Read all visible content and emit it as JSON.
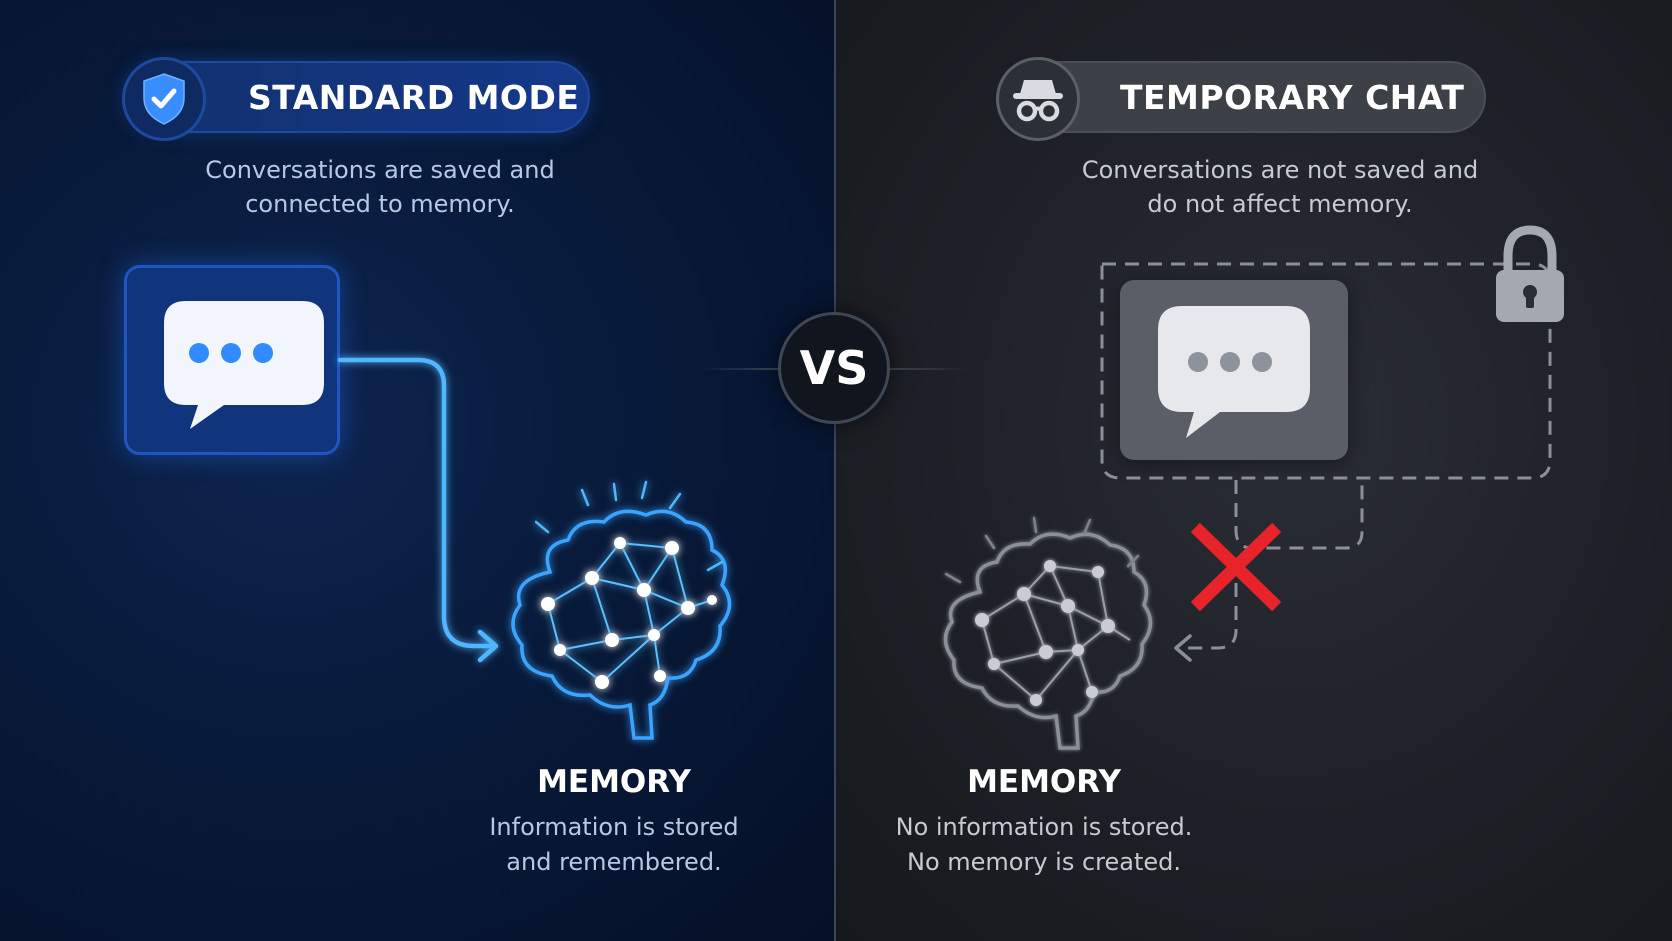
{
  "colors": {
    "left_accent": "#2f8bff",
    "left_glow": "#4fb6ff",
    "right_neutral": "#8a8f98",
    "cross_red": "#e8232a"
  },
  "left": {
    "mode_title": "STANDARD MODE",
    "mode_icon": "shield-check-icon",
    "description_lines": [
      "Conversations are saved and",
      "connected to memory."
    ],
    "chat_icon": "chat-bubble-icon",
    "memory_title": "MEMORY",
    "memory_lines": [
      "Information is stored",
      "and remembered."
    ]
  },
  "center": {
    "vs_label": "VS"
  },
  "right": {
    "mode_title": "TEMPORARY CHAT",
    "mode_icon": "incognito-icon",
    "description_lines": [
      "Conversations are not saved and",
      "do not affect memory."
    ],
    "chat_icon": "chat-bubble-icon",
    "lock_icon": "padlock-icon",
    "blocked_icon": "red-x-icon",
    "memory_title": "MEMORY",
    "memory_lines": [
      "No information is stored.",
      "No memory is created."
    ]
  }
}
